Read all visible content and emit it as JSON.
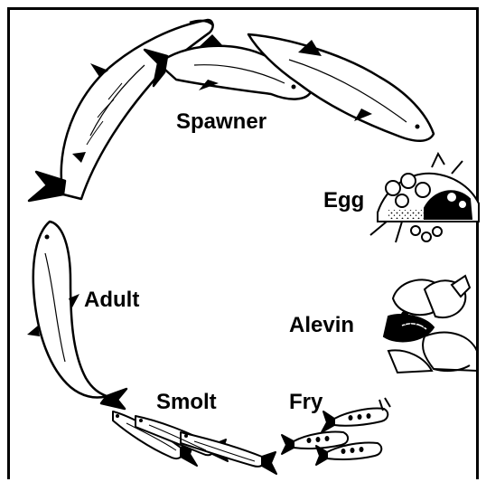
{
  "diagram": {
    "stages": [
      {
        "id": "spawner",
        "label": "Spawner"
      },
      {
        "id": "egg",
        "label": "Egg"
      },
      {
        "id": "alevin",
        "label": "Alevin"
      },
      {
        "id": "fry",
        "label": "Fry"
      },
      {
        "id": "smolt",
        "label": "Smolt"
      },
      {
        "id": "adult",
        "label": "Adult"
      }
    ]
  },
  "colors": {
    "ink": "#000000",
    "paper": "#ffffff"
  }
}
